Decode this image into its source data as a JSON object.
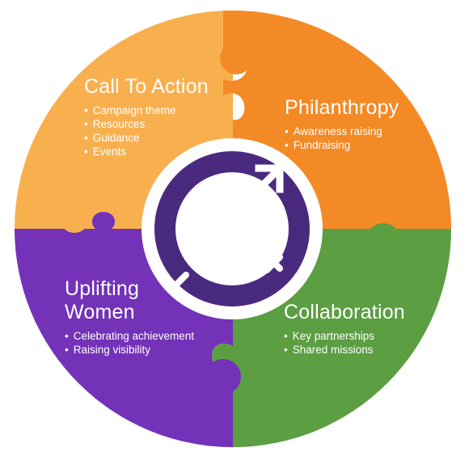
{
  "colors": {
    "call_to_action": "#F8B04E",
    "philanthropy": "#F38A26",
    "collaboration": "#5C9E42",
    "uplifting_women": "#7332B8",
    "center_ring": "#4A2A7E",
    "center_disc": "#FFFFFF"
  },
  "segments": {
    "call_to_action": {
      "title": "Call To Action",
      "items": [
        "Campaign theme",
        "Resources",
        "Guidance",
        "Events"
      ]
    },
    "philanthropy": {
      "title": "Philanthropy",
      "items": [
        "Awareness raising",
        "Fundraising"
      ]
    },
    "uplifting_women": {
      "title_line1": "Uplifting",
      "title_line2": "Women",
      "items": [
        "Celebrating achievement",
        "Raising visibility"
      ]
    },
    "collaboration": {
      "title": "Collaboration",
      "items": [
        "Key partnerships",
        "Shared missions"
      ]
    }
  },
  "center": {
    "icon": "gender-equality-symbol-icon"
  }
}
